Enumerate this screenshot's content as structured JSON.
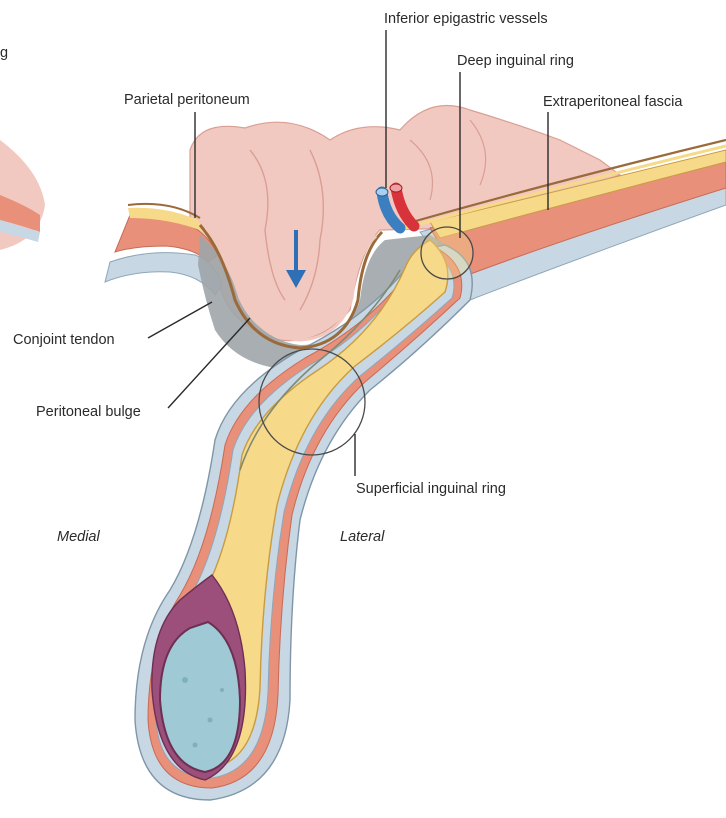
{
  "labels": {
    "cut_off_left": "g",
    "inferior_epigastric_vessels": "Inferior epigastric vessels",
    "deep_inguinal_ring": "Deep inguinal ring",
    "parietal_peritoneum": "Parietal peritoneum",
    "extraperitoneal_fascia": "Extraperitoneal fascia",
    "conjoint_tendon": "Conjoint tendon",
    "peritoneal_bulge": "Peritoneal bulge",
    "superficial_inguinal_ring": "Superficial inguinal ring",
    "medial": "Medial",
    "lateral": "Lateral"
  },
  "colors": {
    "peritoneum_sac": "#f2c9c0",
    "fat": "#f7d98a",
    "muscle": "#e8907a",
    "fascia_blue": "#c7d7e3",
    "grey_space": "#9fa5a8",
    "artery": "#d8323a",
    "vein": "#3b7fc0",
    "testis": "#9fc9d4",
    "tunica": "#9b4f7a",
    "arrow": "#2f6fb5"
  },
  "icons": {
    "bulge_direction": "down-arrow-icon"
  }
}
